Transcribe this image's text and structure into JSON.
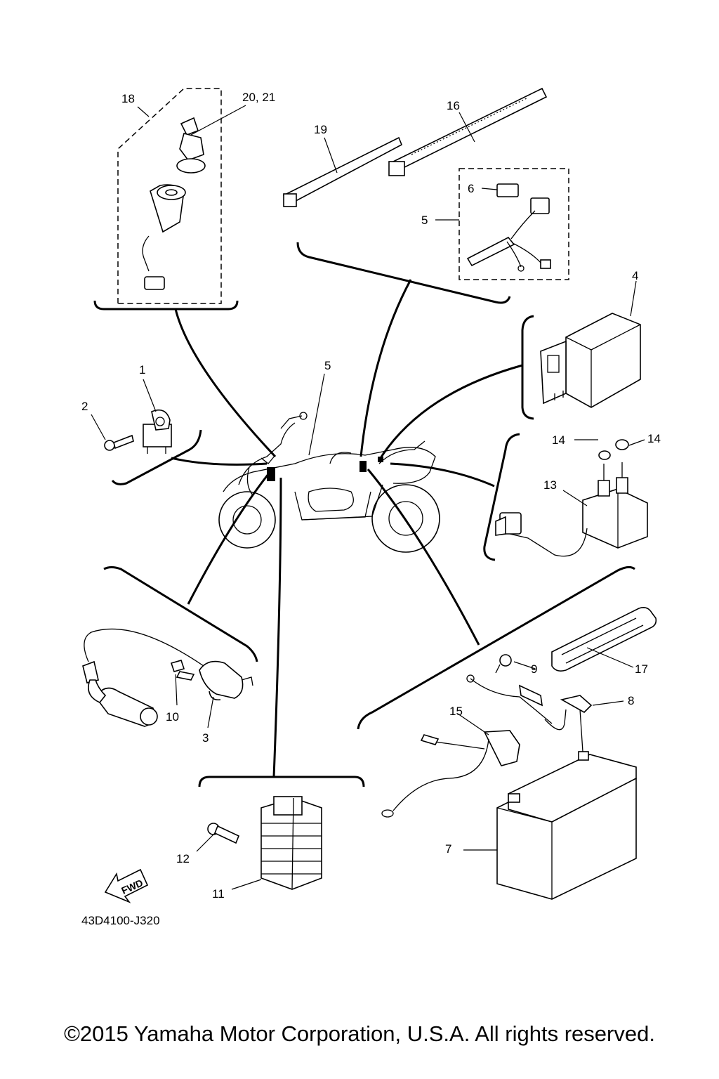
{
  "diagram": {
    "callouts": {
      "c1": "1",
      "c2": "2",
      "c3": "3",
      "c4": "4",
      "c5a": "5",
      "c5b": "5",
      "c6": "6",
      "c7": "7",
      "c8": "8",
      "c9": "9",
      "c10": "10",
      "c11": "11",
      "c12": "12",
      "c13": "13",
      "c14a": "14",
      "c14b": "14",
      "c15": "15",
      "c16": "16",
      "c17": "17",
      "c18": "18",
      "c19": "19",
      "c2021": "20, 21"
    },
    "fwd_label": "FWD",
    "drawing_code": "43D4100-J320"
  },
  "footer": {
    "copyright": "©2015 Yamaha Motor Corporation, U.S.A. All rights reserved."
  }
}
